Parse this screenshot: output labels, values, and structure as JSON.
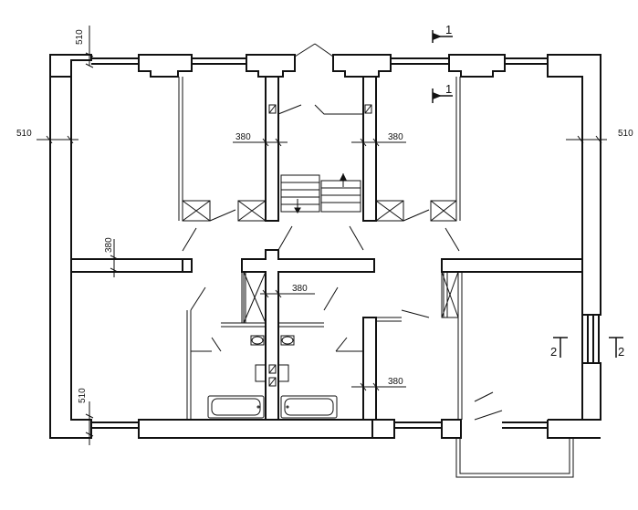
{
  "dimensions": {
    "top_left_wall": "510",
    "left_wall": "510",
    "right_wall": "510",
    "bottom_left_wall": "510",
    "stair_left_wall": "380",
    "stair_right_wall": "380",
    "interior_left_wall": "380",
    "bathroom_wall": "380",
    "lower_right_wall": "380"
  },
  "sections": {
    "top_outer": "1",
    "top_inner": "1",
    "right_left": "2",
    "right_right": "2"
  },
  "colors": {
    "line": "#111111",
    "background": "#ffffff"
  }
}
